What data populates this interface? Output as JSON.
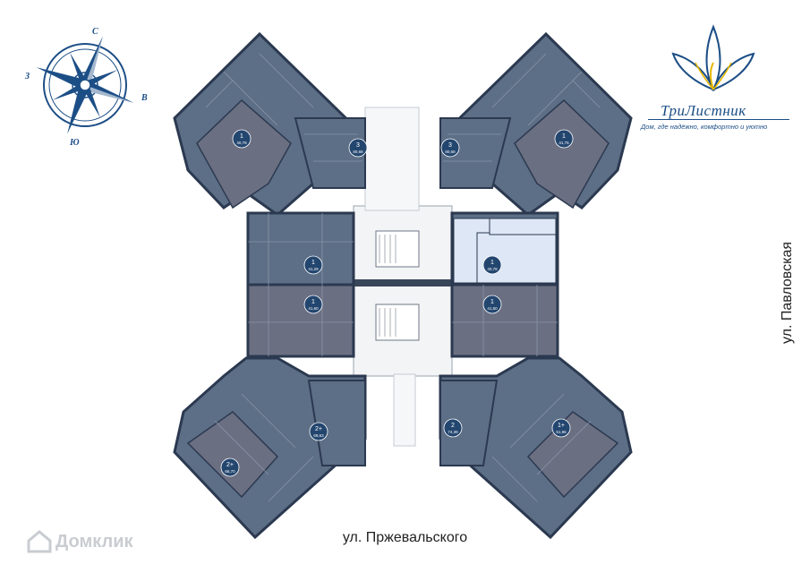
{
  "streets": {
    "bottom": "ул. Пржевальского",
    "right": "ул. Павловская"
  },
  "brand": {
    "name": "ТриЛистник",
    "slogan": "Дом, где надёжно, комфортно и уютно"
  },
  "compass": {
    "north": "С",
    "east": "В",
    "south": "Ю",
    "west": "З"
  },
  "watermark": "Домклик",
  "colors": {
    "apartment": "#5d6f86",
    "apartment_alt": "#6b6f82",
    "wall": "#2b3950",
    "highlight": "#dde7f5",
    "badge": "#23466f",
    "brand": "#1c4e86"
  },
  "apartments": [
    {
      "rooms": "1",
      "area": "40,78"
    },
    {
      "rooms": "3",
      "area": "80,68"
    },
    {
      "rooms": "3",
      "area": "80,68"
    },
    {
      "rooms": "1",
      "area": "41,75"
    },
    {
      "rooms": "1",
      "area": "41,29"
    },
    {
      "rooms": "1",
      "area": "40,78"
    },
    {
      "rooms": "1",
      "area": "41,60"
    },
    {
      "rooms": "1",
      "area": "41,60"
    },
    {
      "rooms": "2+",
      "area": "69,63"
    },
    {
      "rooms": "2",
      "area": "74,39"
    },
    {
      "rooms": "2+",
      "area": "66,70"
    },
    {
      "rooms": "1+",
      "area": "51,96"
    }
  ]
}
